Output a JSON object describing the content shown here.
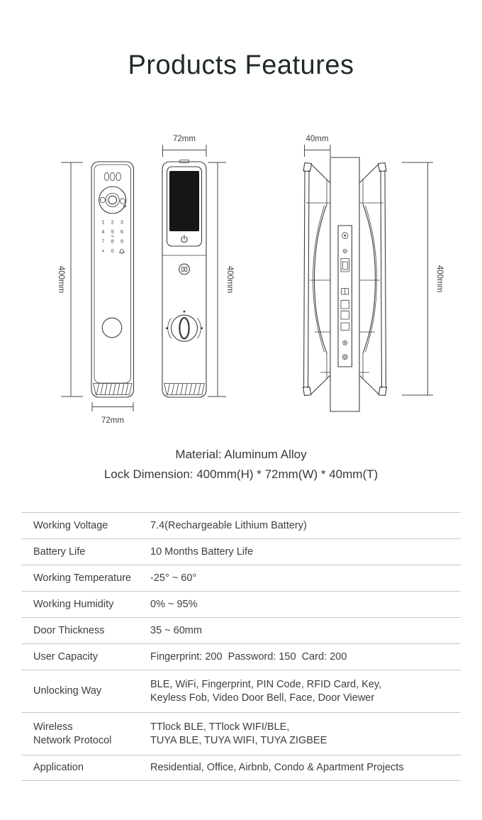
{
  "page": {
    "title": "Products Features"
  },
  "diagram": {
    "dimensions": {
      "front_height_left": "400mm",
      "front_width_bottom": "72mm",
      "front_width_top": "72mm",
      "front_height_right": "400mm",
      "side_thickness": "40mm",
      "side_height": "400mm"
    },
    "keypad_keys": [
      "1",
      "2",
      "3",
      "4",
      "5",
      "6",
      "7",
      "8",
      "9",
      "*",
      "0"
    ],
    "icons": {
      "doorbell_key": "bell-shape",
      "power": "power-symbol",
      "brand_badge": "circular-logo",
      "camera": "lens-ring",
      "fingerprint": "circle-sensor",
      "thumbturn": "rotary-knob"
    },
    "colors": {
      "drawing_line": "#3d3d3d",
      "screen_fill": "#161616"
    }
  },
  "material": {
    "line1": "Material: Aluminum Alloy",
    "line2": "Lock Dimension: 400mm(H) * 72mm(W) * 40mm(T)"
  },
  "specs": {
    "rows": [
      {
        "label": "Working Voltage",
        "value": "7.4(Rechargeable Lithium Battery)"
      },
      {
        "label": "Battery Life",
        "value": "10 Months Battery Life"
      },
      {
        "label": "Working Temperature",
        "value": "-25° ~ 60°"
      },
      {
        "label": "Working Humidity",
        "value": "0% ~ 95%"
      },
      {
        "label": "Door Thickness",
        "value": "35 ~ 60mm"
      },
      {
        "label": "User Capacity",
        "value": "Fingerprint: 200  Password: 150  Card: 200"
      },
      {
        "label": "Unlocking Way",
        "value": "BLE, WiFi, Fingerprint, PIN Code, RFID Card, Key,\nKeyless Fob, Video Door Bell, Face, Door Viewer"
      },
      {
        "label": "Wireless\nNetwork Protocol",
        "value": "TTlock BLE, TTlock WIFI/BLE,\nTUYA BLE, TUYA WIFI, TUYA ZIGBEE"
      },
      {
        "label": "Application",
        "value": "Residential, Office, Airbnb, Condo & Apartment Projects"
      }
    ]
  }
}
